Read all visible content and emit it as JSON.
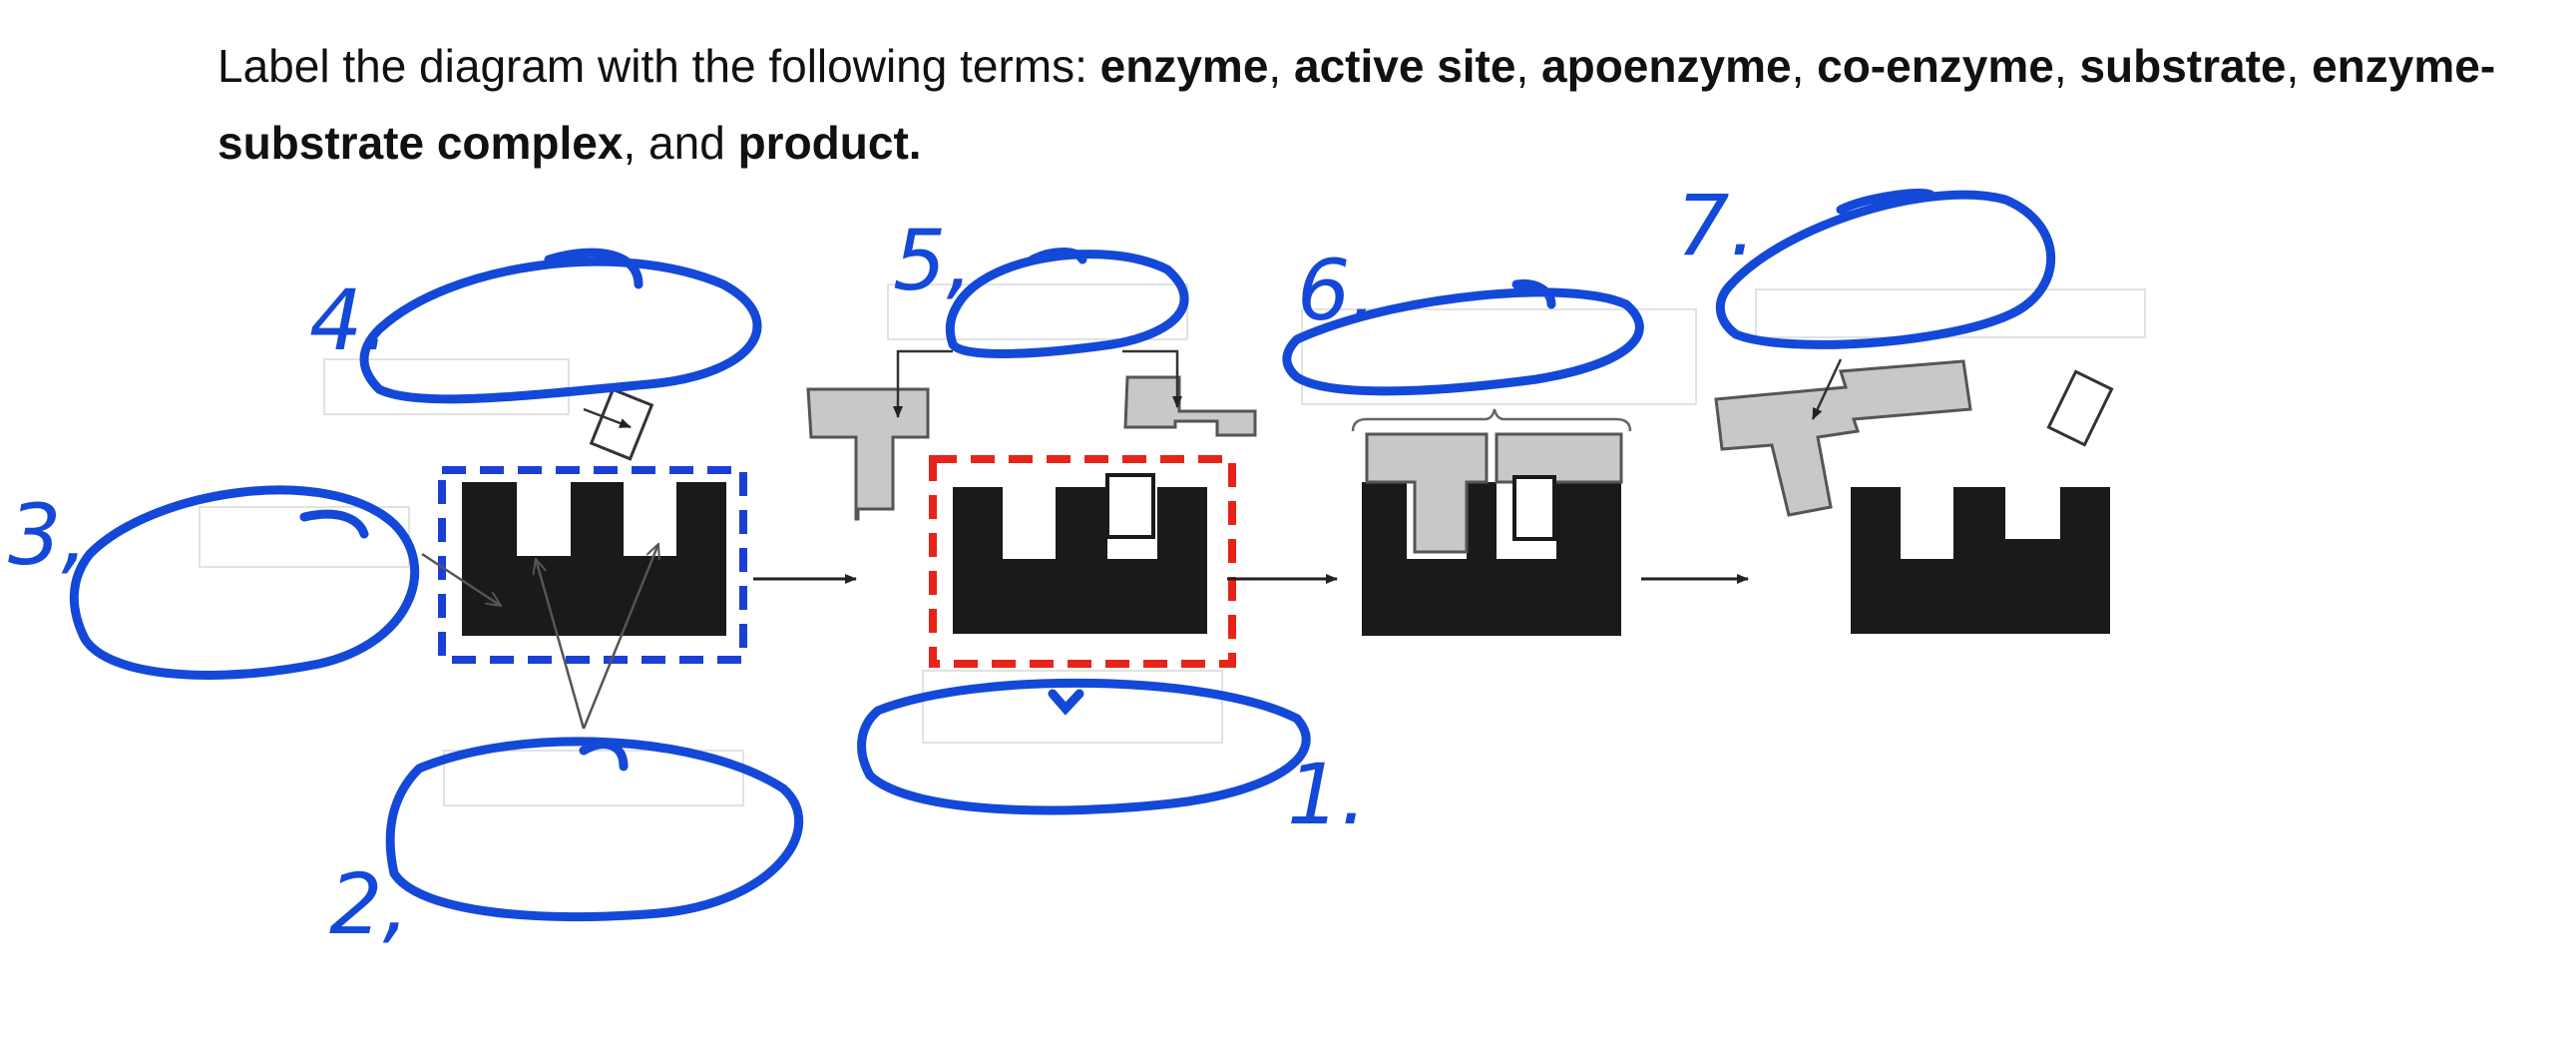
{
  "instruction": {
    "prefix": "Label the diagram with the following terms: ",
    "terms": [
      "enzyme",
      "active site",
      "apoenzyme",
      "co-enzyme",
      "substrate",
      "enzyme-substrate complex",
      "product."
    ],
    "separators": [
      ", ",
      ", ",
      ", ",
      ", ",
      ", ",
      ", and ",
      ""
    ]
  },
  "labels": [
    {
      "number": "1."
    },
    {
      "number": "2,"
    },
    {
      "number": "3,"
    },
    {
      "number": "4."
    },
    {
      "number": "5,"
    },
    {
      "number": "6."
    },
    {
      "number": "7."
    }
  ],
  "colors": {
    "ink": "#1448d8",
    "enzyme": "#1a1a1a",
    "substrate": "#c8c8c8",
    "blue_box": "#1b3fd6",
    "red_box": "#e8231a"
  }
}
